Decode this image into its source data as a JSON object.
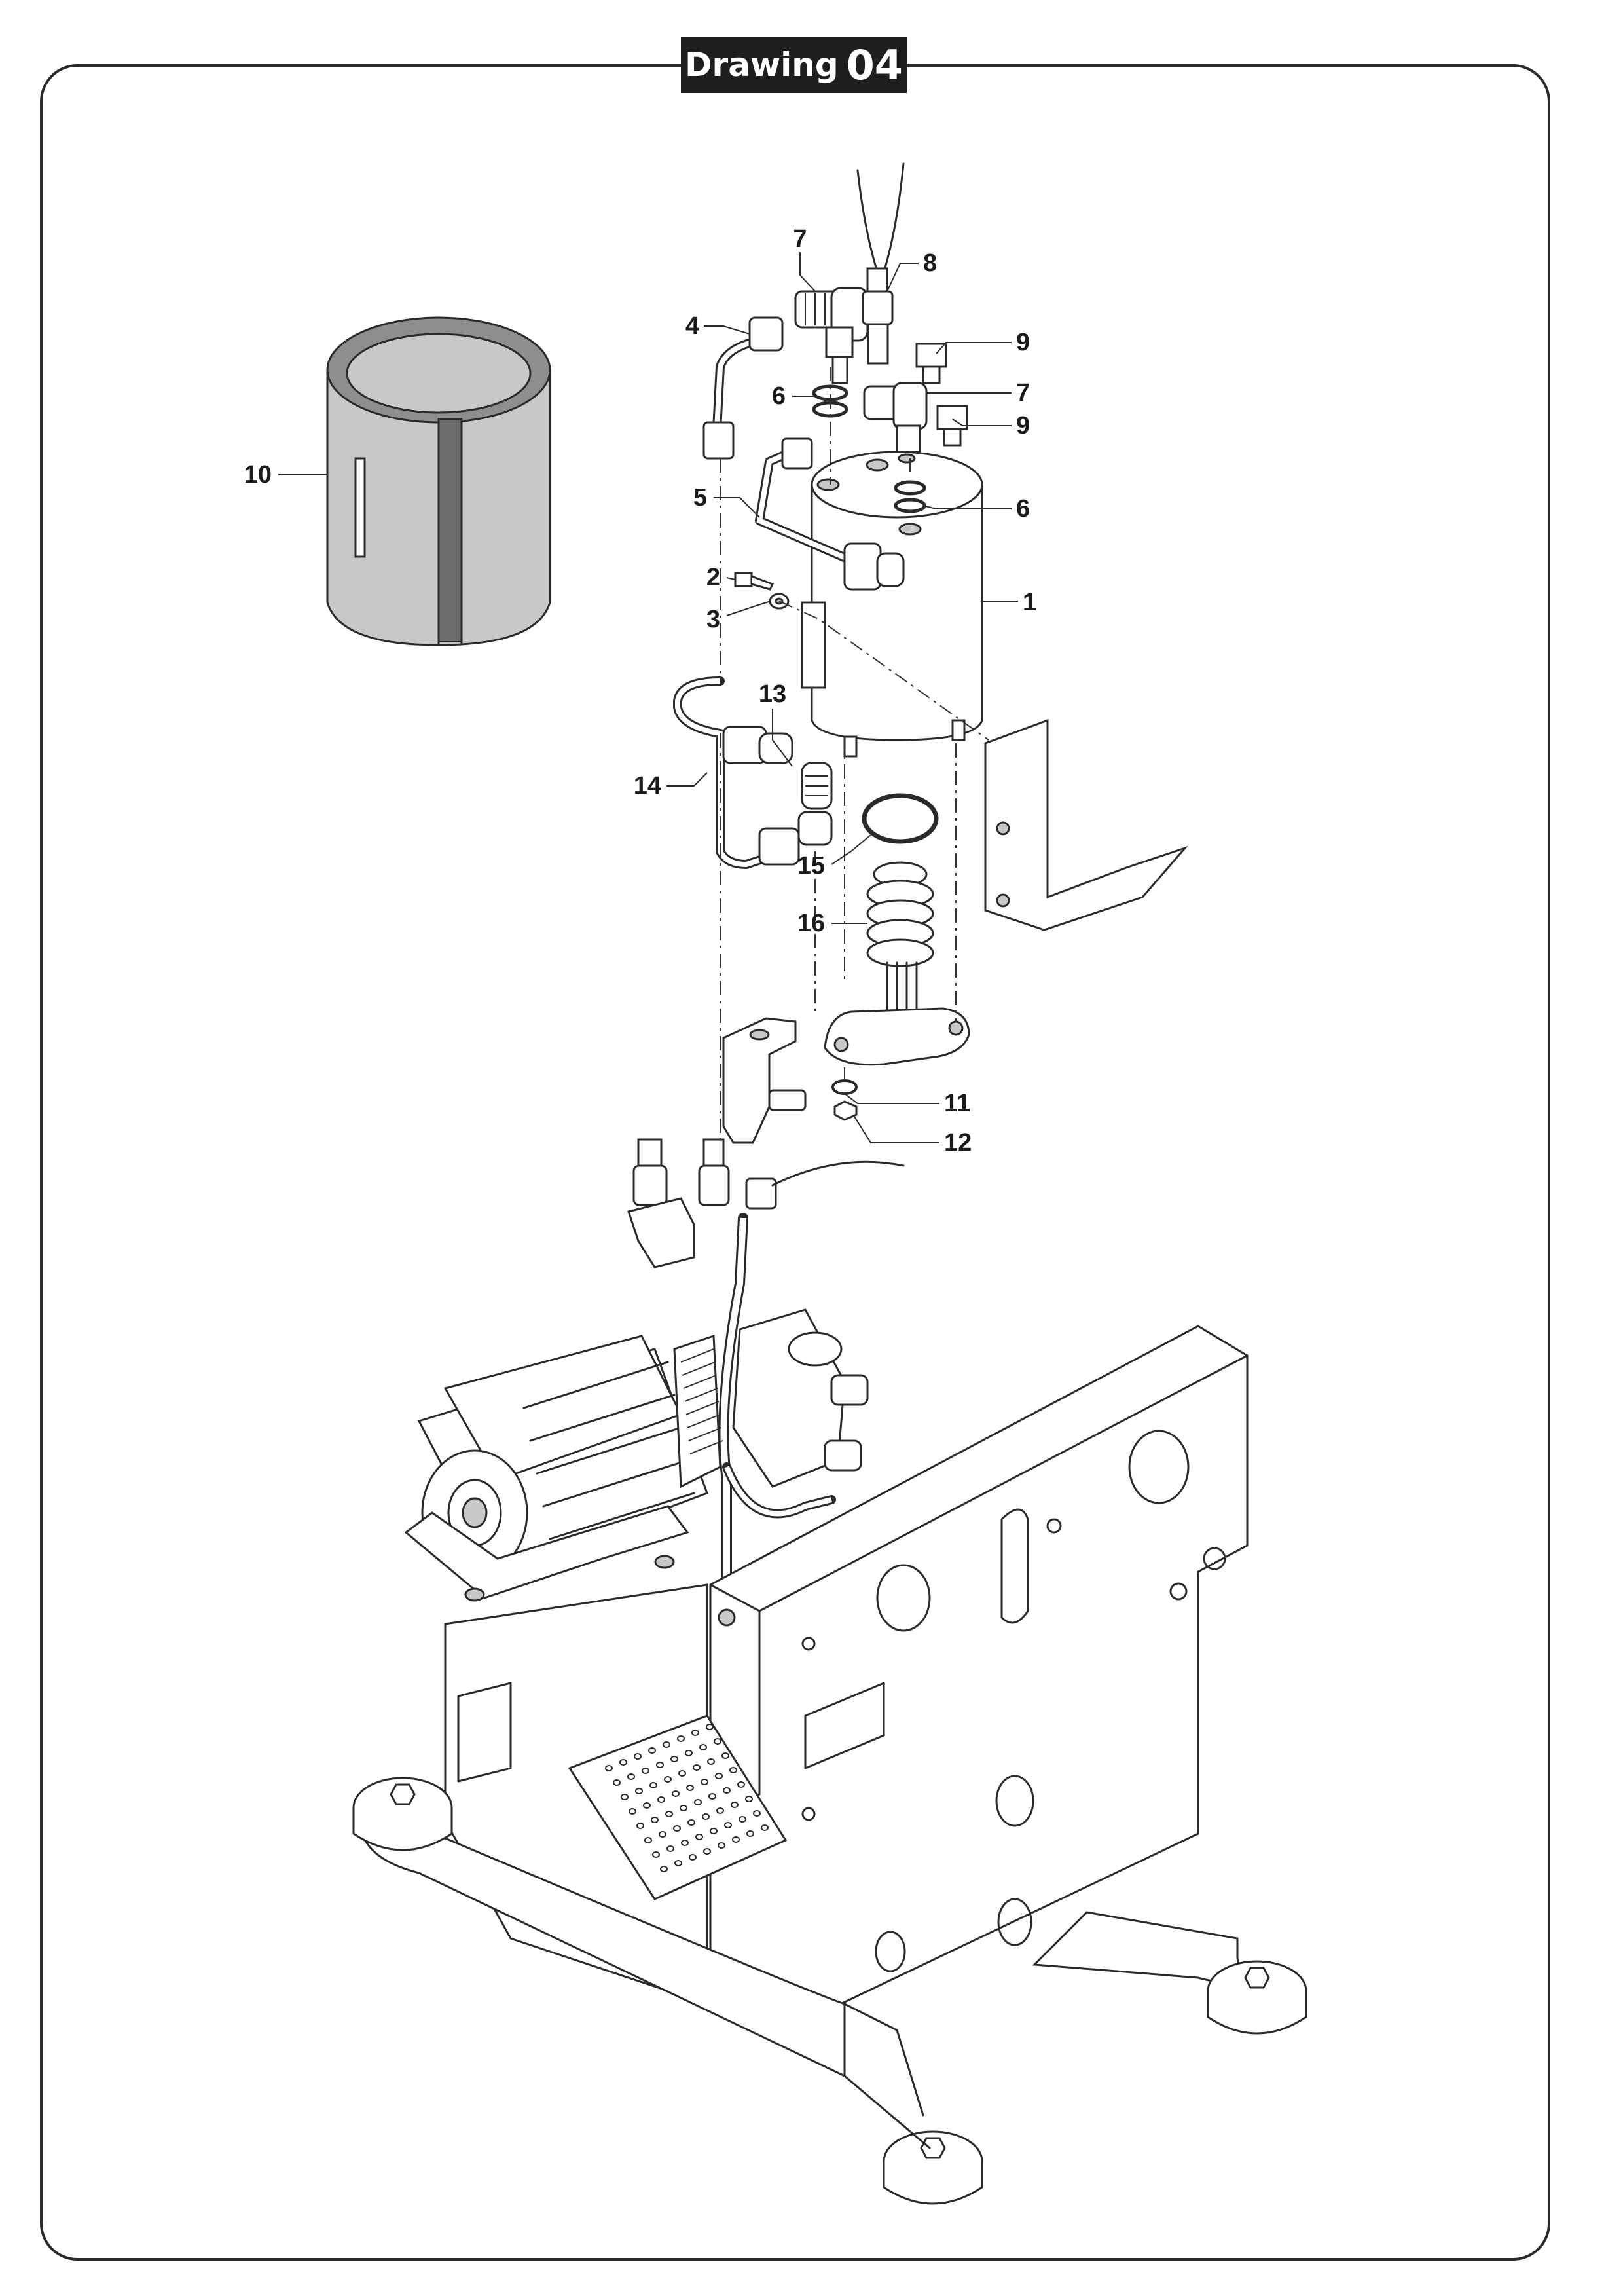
{
  "drawing": {
    "word": "Drawing",
    "number": "04"
  },
  "callouts": [
    {
      "id": "1",
      "text": "1"
    },
    {
      "id": "2",
      "text": "2"
    },
    {
      "id": "3",
      "text": "3"
    },
    {
      "id": "4",
      "text": "4"
    },
    {
      "id": "5",
      "text": "5"
    },
    {
      "id": "6a",
      "text": "6"
    },
    {
      "id": "6b",
      "text": "6"
    },
    {
      "id": "7a",
      "text": "7"
    },
    {
      "id": "7b",
      "text": "7"
    },
    {
      "id": "8",
      "text": "8"
    },
    {
      "id": "9a",
      "text": "9"
    },
    {
      "id": "9b",
      "text": "9"
    },
    {
      "id": "10",
      "text": "10"
    },
    {
      "id": "11",
      "text": "11"
    },
    {
      "id": "12",
      "text": "12"
    },
    {
      "id": "13",
      "text": "13"
    },
    {
      "id": "14",
      "text": "14"
    },
    {
      "id": "15",
      "text": "15"
    },
    {
      "id": "16",
      "text": "16"
    }
  ]
}
